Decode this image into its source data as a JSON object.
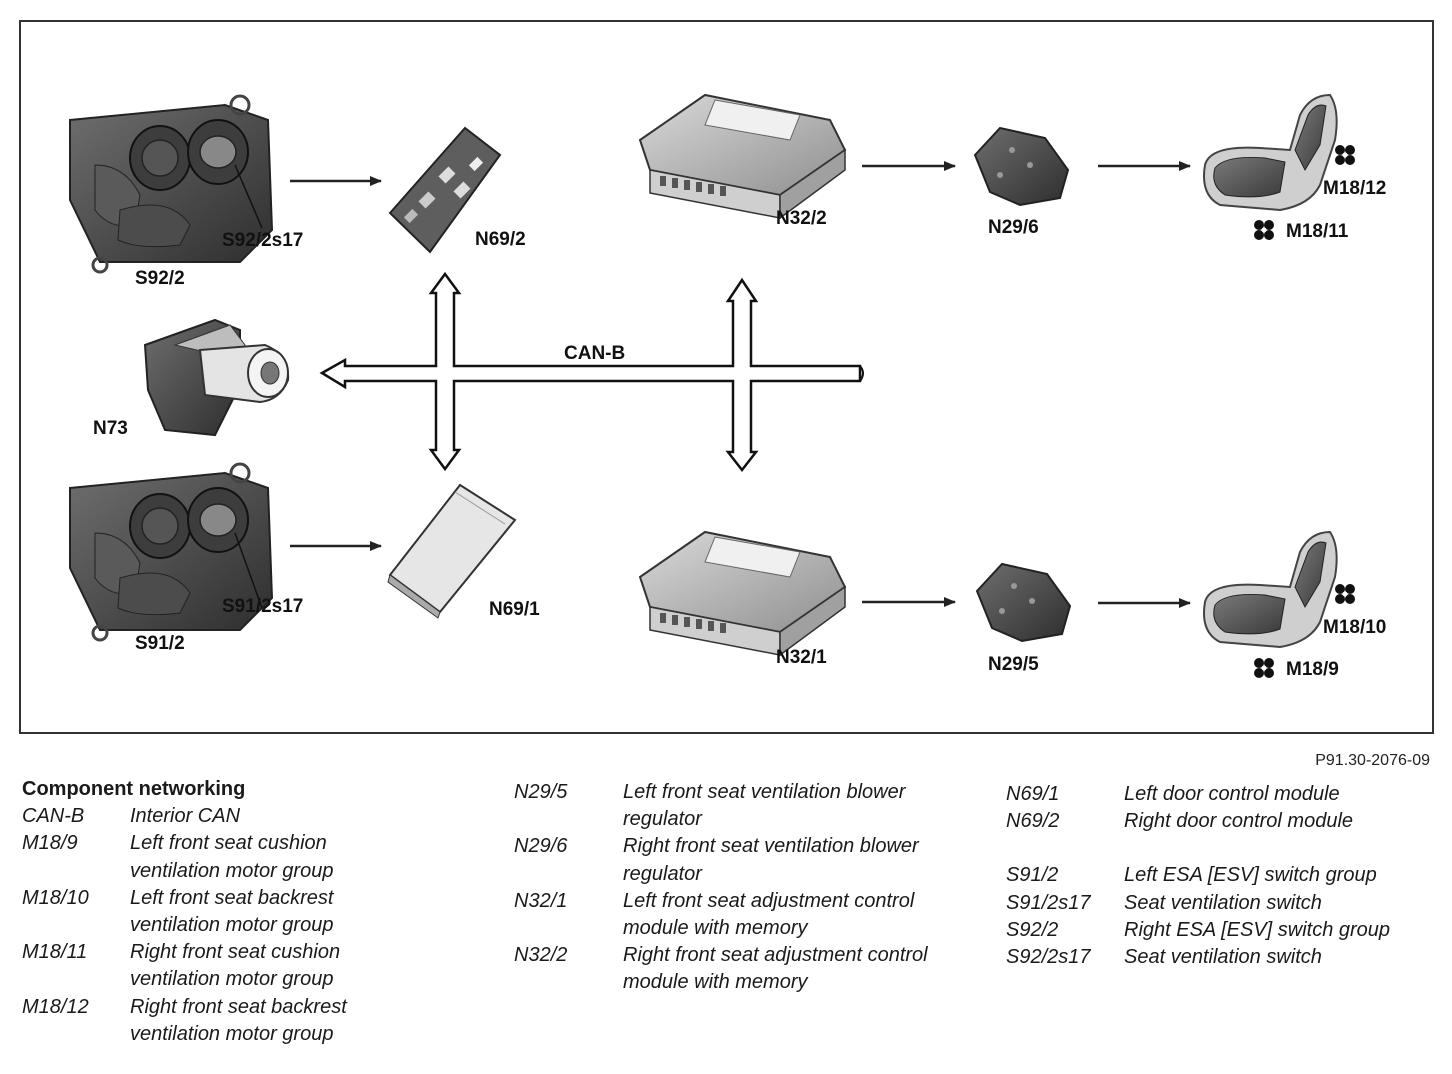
{
  "figure_code": "P91.30-2076-09",
  "bus": {
    "label": "CAN-B"
  },
  "components": {
    "s92_2": "S92/2",
    "s92_2s17": "S92/2s17",
    "n69_2": "N69/2",
    "n32_2": "N32/2",
    "n29_6": "N29/6",
    "m18_12": "M18/12",
    "m18_11": "M18/11",
    "n73": "N73",
    "s91_2": "S91/2",
    "s91_2s17": "S91/2s17",
    "n69_1": "N69/1",
    "n32_1": "N32/1",
    "n29_5": "N29/5",
    "m18_10": "M18/10",
    "m18_9": "M18/9"
  },
  "legend": {
    "heading": "Component networking",
    "col1": [
      {
        "code": "CAN-B",
        "desc": "Interior CAN"
      },
      {
        "code": "M18/9",
        "desc": "Left front seat cushion ventilation motor group"
      },
      {
        "code": "M18/10",
        "desc": "Left front seat backrest ventilation motor group"
      },
      {
        "code": "M18/11",
        "desc": "Right front seat cushion ventilation motor group"
      },
      {
        "code": "M18/12",
        "desc": "Right front seat backrest ventilation motor group"
      }
    ],
    "col2": [
      {
        "code": "N29/5",
        "desc": "Left front seat ventilation blower regulator"
      },
      {
        "code": "N29/6",
        "desc": "Right front seat ventilation blower regulator"
      },
      {
        "code": "N32/1",
        "desc": "Left front seat adjustment control module with memory"
      },
      {
        "code": "N32/2",
        "desc": "Right front seat adjustment control module with memory"
      }
    ],
    "col3": [
      {
        "code": "N69/1",
        "desc": "Left door control module"
      },
      {
        "code": "N69/2",
        "desc": "Right door control module"
      },
      {
        "code": "S91/2",
        "desc": "Left ESA [ESV] switch group"
      },
      {
        "code": "S91/2s17",
        "desc": "Seat ventilation switch"
      },
      {
        "code": "S92/2",
        "desc": "Right ESA [ESV] switch group"
      },
      {
        "code": "S92/2s17",
        "desc": "Seat ventilation switch"
      }
    ]
  }
}
